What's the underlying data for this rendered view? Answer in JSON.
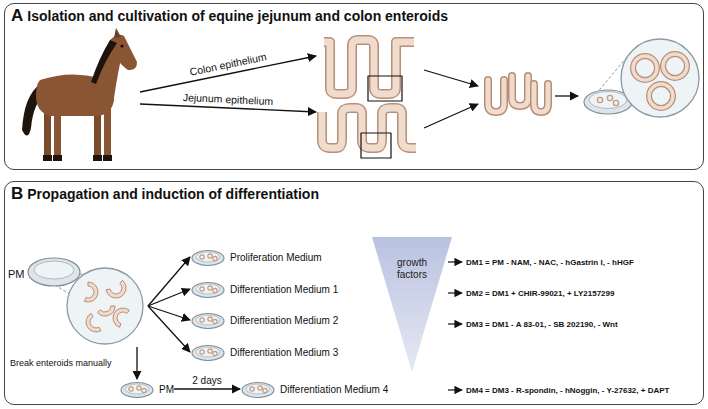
{
  "diagram": {
    "nodes": [
      {
        "text": [
          "A",
          "Isolation and cultivation of equine jejunum and colon enteroids"
        ]
      },
      {
        "text": [
          "B",
          "Propagation and induction of differentiation"
        ]
      },
      {
        "text": [
          "PM"
        ],
        "in": 1
      },
      {
        "text": [
          "Proliferation Medium"
        ],
        "in": 1
      },
      {
        "text": [
          "Differentiation Medium 1"
        ],
        "in": 1
      },
      {
        "text": [
          "Differentiation Medium 2"
        ],
        "in": 1
      },
      {
        "text": [
          "Differentiation Medium 3"
        ],
        "in": 1
      },
      {
        "text": [
          "PM"
        ],
        "in": 1
      },
      {
        "text": [
          "Differentiation Medium 4"
        ],
        "in": 1
      },
      {
        "text": [
          "growth factors"
        ],
        "in": 1
      }
    ],
    "edges": [
      {
        "from": 2,
        "to": 3,
        "arrow": "to"
      },
      {
        "from": 2,
        "to": 4,
        "arrow": "to"
      },
      {
        "from": 2,
        "to": 5,
        "arrow": "to"
      },
      {
        "from": 2,
        "to": 6,
        "arrow": "to"
      },
      {
        "from": 2,
        "to": 7,
        "arrow": "to"
      },
      {
        "from": 7,
        "to": 8,
        "label": "2 days",
        "arrow": "to"
      }
    ],
    "labels": [
      "Colon epithelium",
      "Jejunum epithelium",
      "Break enteroids manually",
      "DM1 = PM - NAM, - NAC, - hGastrin I, - hHGF",
      "DM2 = DM1 + CHIR-99021, + LY2157299",
      "DM3 = DM1 - A 83-01, - SB 202190, - Wnt",
      "DM4 = DM3 - R-spondin, - hNoggin, - Y-27632, + DAPT"
    ]
  }
}
